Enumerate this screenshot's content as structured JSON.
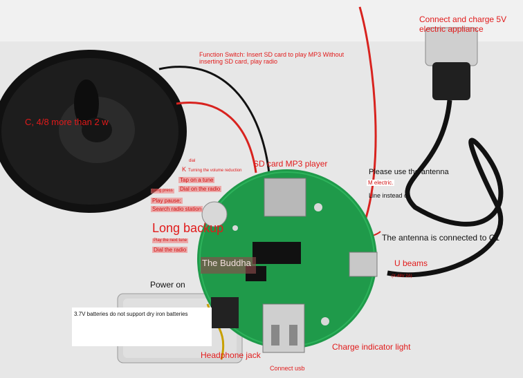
{
  "labels": {
    "connect_charge": "Connect and charge 5V electric appliance",
    "function_switch": "Function Switch: Insert SD card to play MP3 Without inserting SD card, play radio",
    "speaker": "C, 4/8 more than 2 w",
    "sd_card": "SD card MP3 player",
    "antenna_use": "Please use the antenna",
    "m_electric": "M electric.",
    "line_instead": "Line instead of",
    "dial": "dial",
    "k_label": "K",
    "turning_volume": "Turning the volume reduction",
    "tap_tune": "Tap on a tune",
    "dial_radio_1": "Dial on the radio",
    "long_press": "Long press",
    "play_pause": "Play pause;",
    "search_radio": "Search radio station",
    "long_backup": "Long backup",
    "play_next": "Play the next tune",
    "dial_radio_2": "Dial the radio",
    "antenna_c1": "The antenna is connected to C1",
    "buddha": "The Buddha",
    "u_beams": "U beams",
    "u_small": "(X-48V 2A)",
    "power_on": "Power on",
    "battery": "3.7V batteries do not support dry iron batteries",
    "charge_indicator": "Charge indicator light",
    "headphone": "Headphone jack",
    "connect_usb": "Connect usb"
  },
  "colors": {
    "label_red": "#e11a1a",
    "pcb_green": "#1f9a4a",
    "wire_red": "#d8231f",
    "speaker_black": "#1a1a1a"
  }
}
